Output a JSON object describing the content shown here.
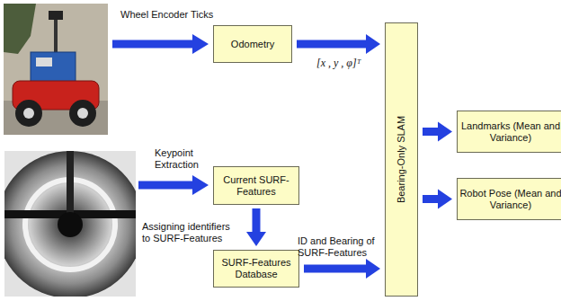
{
  "diagram": {
    "nodes": [
      {
        "text": [
          "Odometry"
        ]
      },
      {
        "text": [
          "Current SURF-Features"
        ]
      },
      {
        "text": [
          "SURF-Features Database"
        ]
      },
      {
        "text": [
          "Bearing-Only SLAM"
        ]
      },
      {
        "text": [
          "Landmarks (Mean and Variance)"
        ]
      },
      {
        "text": [
          "Robot Pose (Mean and Variance)"
        ]
      }
    ],
    "edges": [
      {
        "from": 0,
        "to": 3,
        "arrow": "to",
        "label": "[x , y , φ]ᵀ"
      },
      {
        "from": 1,
        "to": 2,
        "arrow": "to",
        "label": "Assigning identifiers to SURF-Features"
      },
      {
        "from": 2,
        "to": 3,
        "arrow": "to",
        "label": "ID and Bearing of SURF-Features"
      },
      {
        "from": 3,
        "to": 4,
        "arrow": "to"
      },
      {
        "from": 3,
        "to": 5,
        "arrow": "to"
      }
    ],
    "labels": [
      "Wheel Encoder Ticks",
      "Keypoint Extraction"
    ]
  }
}
